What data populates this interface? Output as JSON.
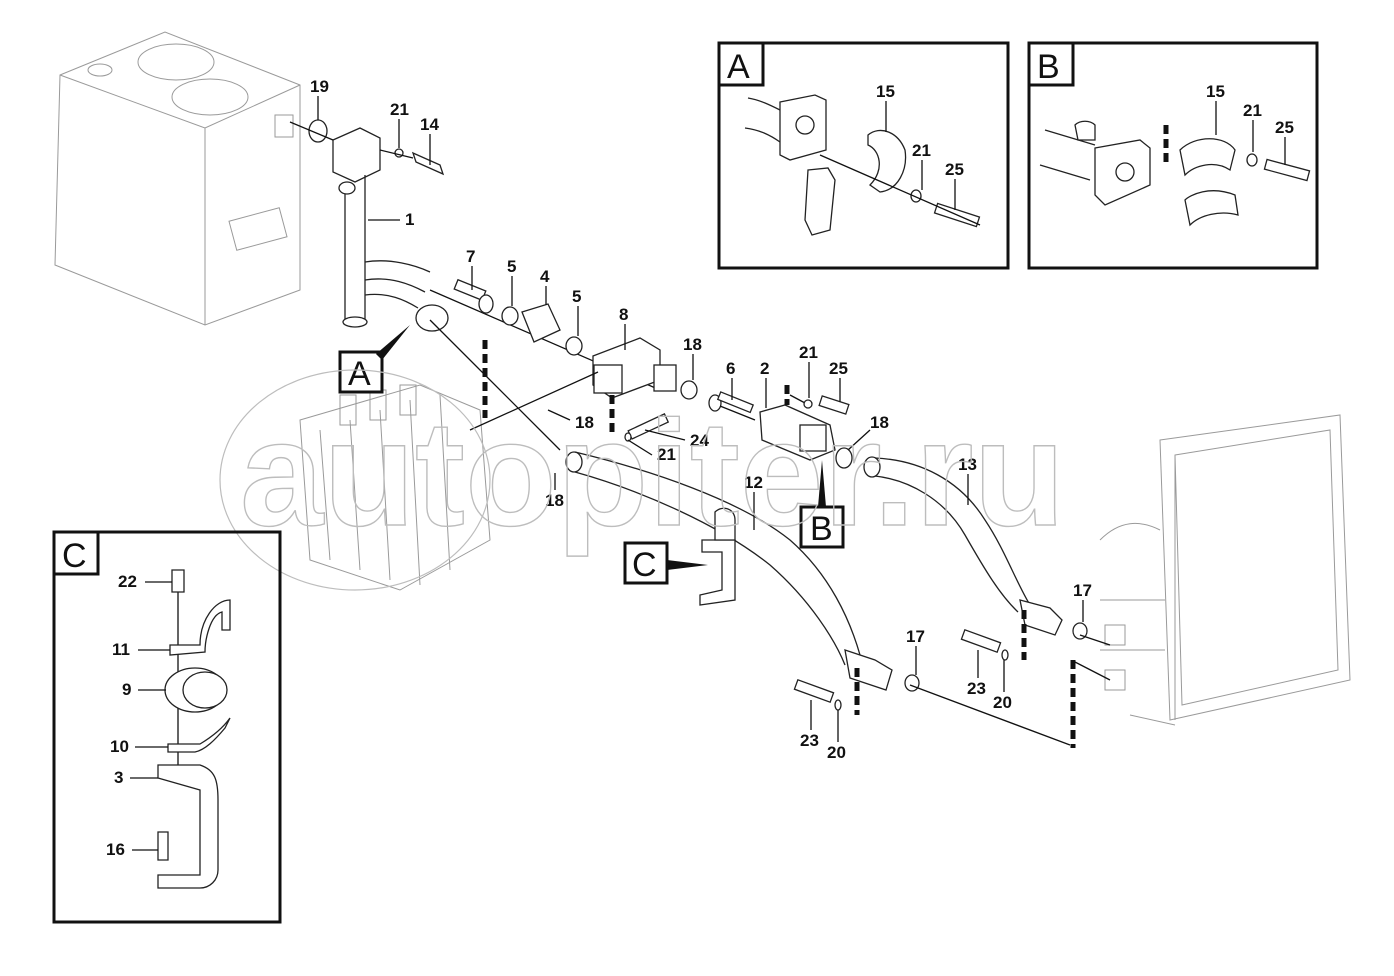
{
  "diagram": {
    "type": "exploded parts diagram",
    "watermark": "autopiter.ru",
    "callouts": {
      "a": "A",
      "b": "B",
      "c": "C"
    },
    "main_labels": {
      "l19": "19",
      "l21a": "21",
      "l14": "14",
      "l1": "1",
      "l7": "7",
      "l5a": "5",
      "l4": "4",
      "l5b": "5",
      "l8": "8",
      "l18a": "18",
      "l6": "6",
      "l2": "2",
      "l21b": "21",
      "l25": "25",
      "l18b": "18",
      "l18c": "18",
      "l18d": "18",
      "l24": "24",
      "l21c": "21",
      "l13": "13",
      "l12": "12",
      "l17a": "17",
      "l17b": "17",
      "l23a": "23",
      "l20a": "20",
      "l23b": "23",
      "l20b": "20"
    },
    "detail_a": {
      "title": "A",
      "labels": [
        "15",
        "21",
        "25"
      ]
    },
    "detail_b": {
      "title": "B",
      "labels": [
        "15",
        "21",
        "25"
      ]
    },
    "detail_c": {
      "title": "C",
      "labels": [
        "22",
        "11",
        "9",
        "10",
        "3",
        "16"
      ]
    }
  }
}
